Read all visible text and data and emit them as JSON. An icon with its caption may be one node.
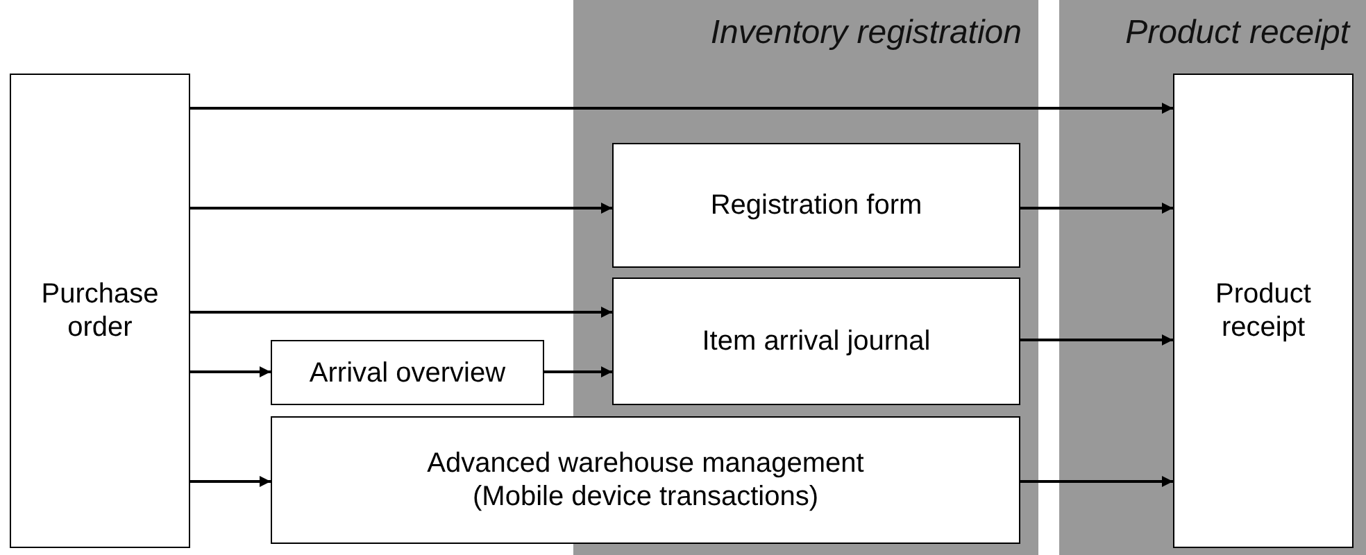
{
  "diagram": {
    "nodes": [
      {
        "text": [
          "Purchase order"
        ]
      },
      {
        "text": [
          "Inventory registration"
        ]
      },
      {
        "text": [
          "Registration form"
        ],
        "in": 1
      },
      {
        "text": [
          "Item arrival journal"
        ],
        "in": 1
      },
      {
        "text": [
          "Arrival overview"
        ]
      },
      {
        "text": [
          "Advanced warehouse management (Mobile device transactions)"
        ]
      },
      {
        "text": [
          "Product receipt"
        ]
      },
      {
        "text": [
          "Product receipt"
        ],
        "in": 6
      }
    ],
    "edges": [
      {
        "from": 0,
        "to": 7,
        "arrow": "to"
      },
      {
        "from": 0,
        "to": 2,
        "arrow": "to"
      },
      {
        "from": 0,
        "to": 3,
        "arrow": "to"
      },
      {
        "from": 0,
        "to": 4,
        "arrow": "to"
      },
      {
        "from": 4,
        "to": 3,
        "arrow": "to"
      },
      {
        "from": 0,
        "to": 5,
        "arrow": "to"
      },
      {
        "from": 2,
        "to": 7,
        "arrow": "to"
      },
      {
        "from": 3,
        "to": 7,
        "arrow": "to"
      },
      {
        "from": 5,
        "to": 7,
        "arrow": "to"
      }
    ]
  }
}
